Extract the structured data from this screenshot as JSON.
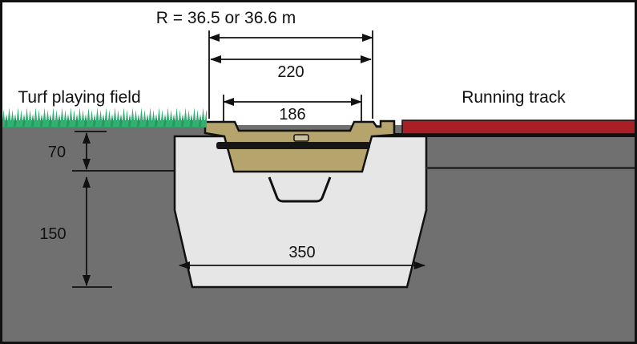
{
  "figure": {
    "labels": {
      "radius": "R = 36.5 or 36.6 m",
      "turf_field": "Turf playing field",
      "running_track": "Running track"
    },
    "dimensions": {
      "width_outer": "220",
      "width_inner": "186",
      "depth_top": "70",
      "depth_bottom": "150",
      "base_width": "350"
    },
    "colors": {
      "background": "#ffffff",
      "soil": "#707070",
      "grass_base": "#2aa365",
      "grass_blade_a": "#33b174",
      "grass_blade_b": "#28995f",
      "track_red": "#a81f26",
      "channel_tan": "#b5a46c",
      "concrete": "#e6e6e6",
      "outline": "#111111"
    }
  }
}
